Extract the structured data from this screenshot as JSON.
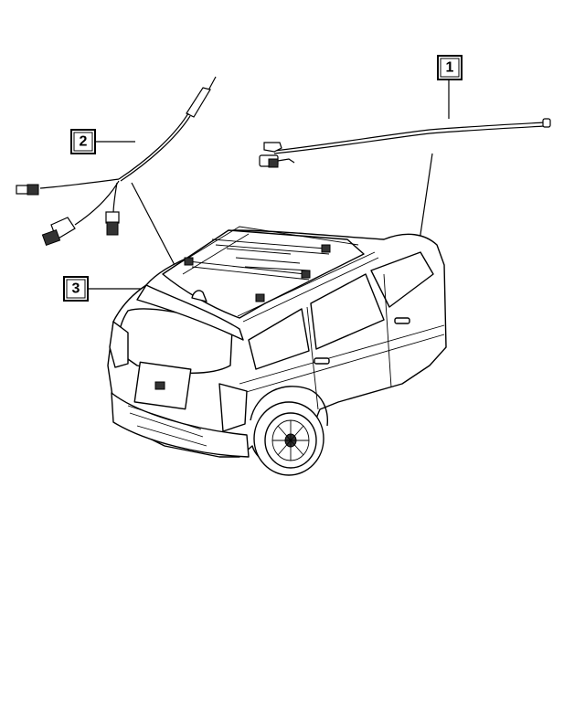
{
  "callouts": [
    {
      "id": "1",
      "label": "1"
    },
    {
      "id": "2",
      "label": "2"
    },
    {
      "id": "3",
      "label": "3"
    }
  ],
  "colors": {
    "ink": "#000000",
    "background": "#ffffff"
  },
  "icons": [
    "antenna-cable-part-1",
    "antenna-harness-part-2",
    "antenna-part-3",
    "vehicle-rear-view"
  ]
}
